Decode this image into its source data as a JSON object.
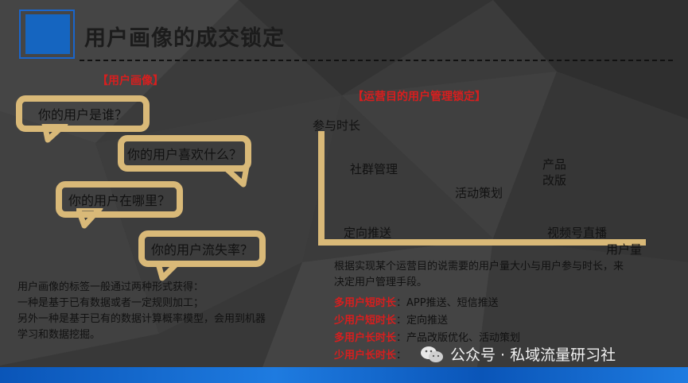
{
  "title": "用户画像的成交锁定",
  "left_label": "【用户画像】",
  "right_label": "【运营目的用户管理锁定】",
  "bubbles": [
    {
      "text": "你的用户是谁？"
    },
    {
      "text": "你的用户喜欢什么？"
    },
    {
      "text": "你的用户在哪里？"
    },
    {
      "text": "你的用户流失率？"
    }
  ],
  "diagram": {
    "y_label": "参与时长",
    "x_label": "用户量",
    "items": {
      "community": "社群管理",
      "activity": "活动策划",
      "product_line1": "产品",
      "product_line2": "改版",
      "push": "定向推送",
      "live": "视频号直播"
    }
  },
  "left_text": {
    "line1": "用户画像的标签一般通过两种形式获得：",
    "line2": "一种是基于已有数据或者一定规则加工；",
    "line3": "另外一种是基于已有的数据计算概率模型，会用到机器",
    "line4": "学习和数据挖掘。"
  },
  "right_text": {
    "intro_line1": "根据实现某个运营目的说需要的用户量大小与用户参与时长，来",
    "intro_line2": "决定用户管理手段。",
    "rows": [
      {
        "key": "多用户短时长",
        "sep": "：",
        "value": "APP推送、短信推送"
      },
      {
        "key": "少用户短时长",
        "sep": "：",
        "value": "定向推送"
      },
      {
        "key": "多用户长时长",
        "sep": "：",
        "value": "产品改版优化、活动策划"
      },
      {
        "key": "少用户长时长",
        "sep": "：",
        "value": ""
      }
    ]
  },
  "watermark": {
    "text": "公众号 · 私域流量研习社",
    "icon": "wechat-icon"
  },
  "colors": {
    "accent_gold": "#d9b978",
    "label_red": "#d81e1e",
    "brand_blue": "#1565c0"
  }
}
